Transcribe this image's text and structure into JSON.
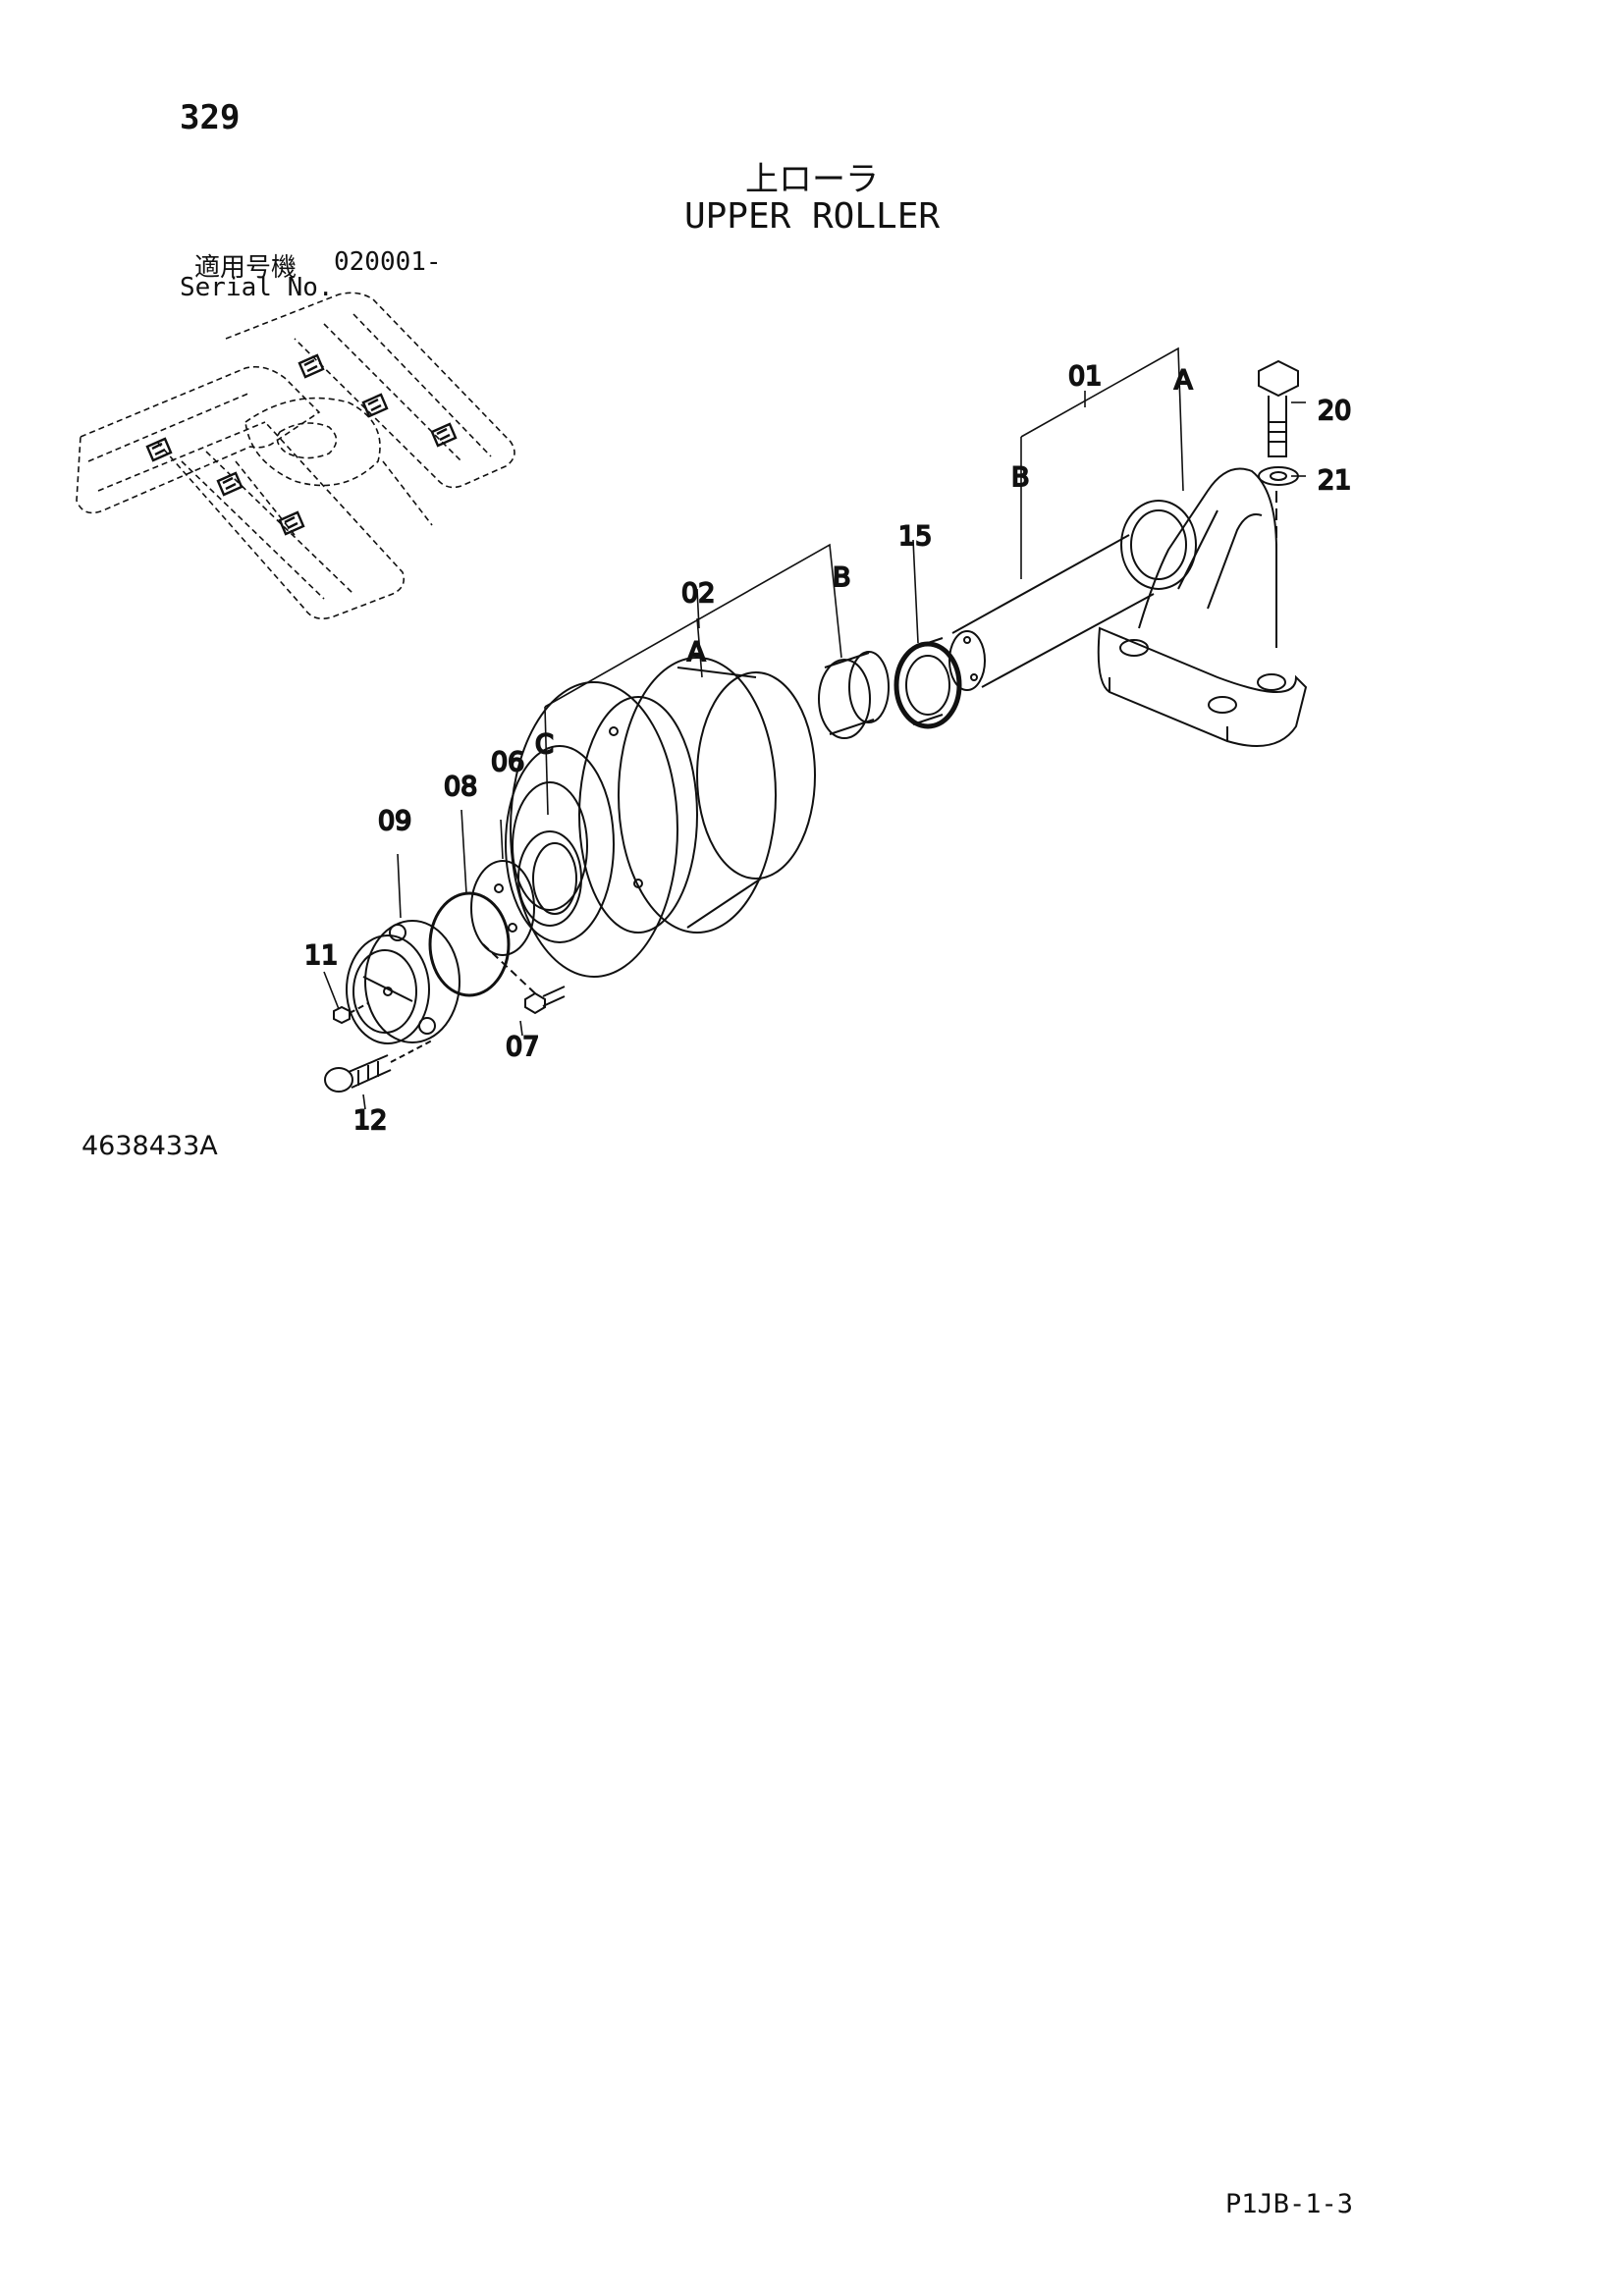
{
  "header": {
    "page_number": "329",
    "title_jp": "上ローラ",
    "title_en": "UPPER ROLLER",
    "serial_label_jp": "適用号機",
    "serial_value": "020001-",
    "serial_label_en": "Serial No."
  },
  "parts": {
    "p01": "01",
    "p02": "02",
    "p06": "06",
    "p07": "07",
    "p08": "08",
    "p09": "09",
    "p11": "11",
    "p12": "12",
    "p15": "15",
    "p20": "20",
    "p21": "21"
  },
  "refs": {
    "a1": "A",
    "b1": "B",
    "a2": "A",
    "b2": "B",
    "c2": "C"
  },
  "footer": {
    "figure_code": "4638433A",
    "page_code": "P1JB-1-3"
  }
}
